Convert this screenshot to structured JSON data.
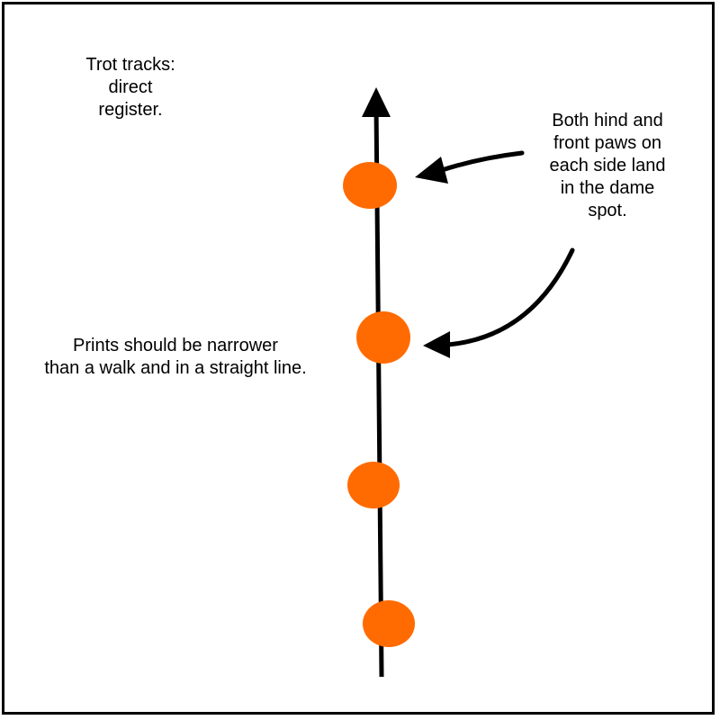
{
  "title_lines": [
    "Trot tracks:",
    "direct",
    "register."
  ],
  "right_note_lines": [
    "Both hind and",
    "front paws on",
    "each side land",
    "in the dame",
    "spot."
  ],
  "left_note_lines": [
    "Prints should be narrower",
    "than a walk and in a straight line."
  ],
  "colors": {
    "paw_print": "#FF6B00",
    "line": "#000000",
    "frame": "#000000",
    "background": "#FFFFFF"
  },
  "icons": {
    "direction_arrow": "arrowhead-up-icon",
    "callout_arrow": "curved-arrow-icon"
  }
}
